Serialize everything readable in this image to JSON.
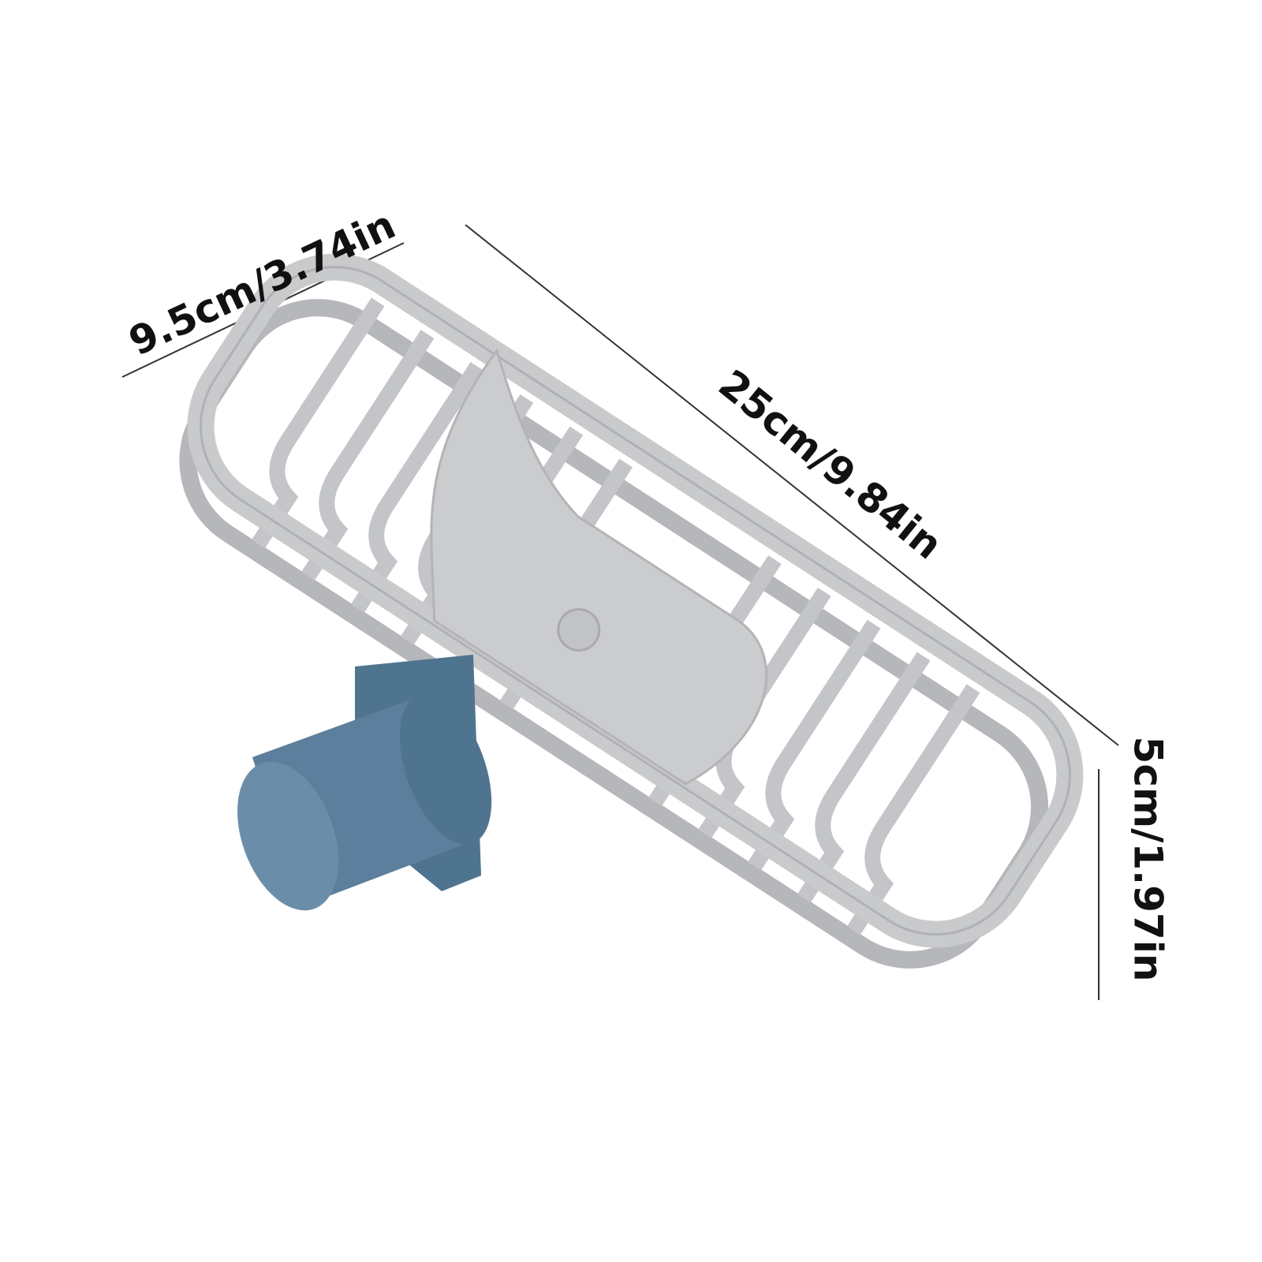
{
  "dimensions": {
    "width_label": "9.5cm/3.74in",
    "length_label": "25cm/9.84in",
    "height_label": "5cm/1.97in"
  },
  "colors": {
    "basket": "#c9cacc",
    "basket_shadow": "#a9aaad",
    "knob": "#5b7f9c",
    "knob_dark": "#45657f",
    "line": "#333333"
  }
}
